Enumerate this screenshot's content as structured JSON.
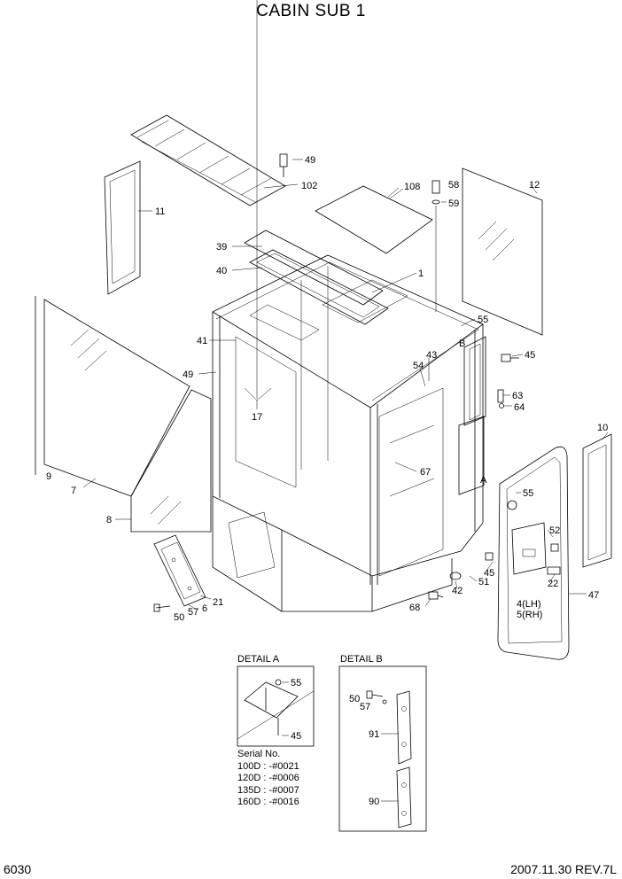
{
  "title": "CABIN SUB 1",
  "page_number": "6030",
  "revision": "2007.11.30  REV.7L",
  "details": {
    "a_title": "DETAIL A",
    "b_title": "DETAIL B"
  },
  "serial": {
    "heading": "Serial No.",
    "rows": [
      "100D : -#0021",
      "120D : -#0006",
      "135D : -#0007",
      "160D : -#0016"
    ]
  },
  "part_labels": {
    "p49a": "49",
    "p102": "102",
    "p11": "11",
    "p108": "108",
    "p58": "58",
    "p59": "59",
    "p12": "12",
    "p39": "39",
    "p40": "40",
    "p1": "1",
    "p55a": "55",
    "pB": "B",
    "p45a": "45",
    "p41": "41",
    "p43": "43",
    "p54": "54",
    "p49b": "49",
    "p63": "63",
    "p64": "64",
    "p17": "17",
    "p9": "9",
    "p7": "7",
    "p10": "10",
    "p67": "67",
    "pA": "A",
    "p55b": "55",
    "p8": "8",
    "p52": "52",
    "p45b": "45",
    "p51": "51",
    "p42": "42",
    "p22": "22",
    "p47": "47",
    "p4": "4(LH)",
    "p5": "5(RH)",
    "p68": "68",
    "p21": "21",
    "p57a": "57",
    "p6": "6",
    "p50a": "50",
    "dA55": "55",
    "dA45": "45",
    "dB50": "50",
    "dB57": "57",
    "dB91": "91",
    "dB90": "90"
  }
}
